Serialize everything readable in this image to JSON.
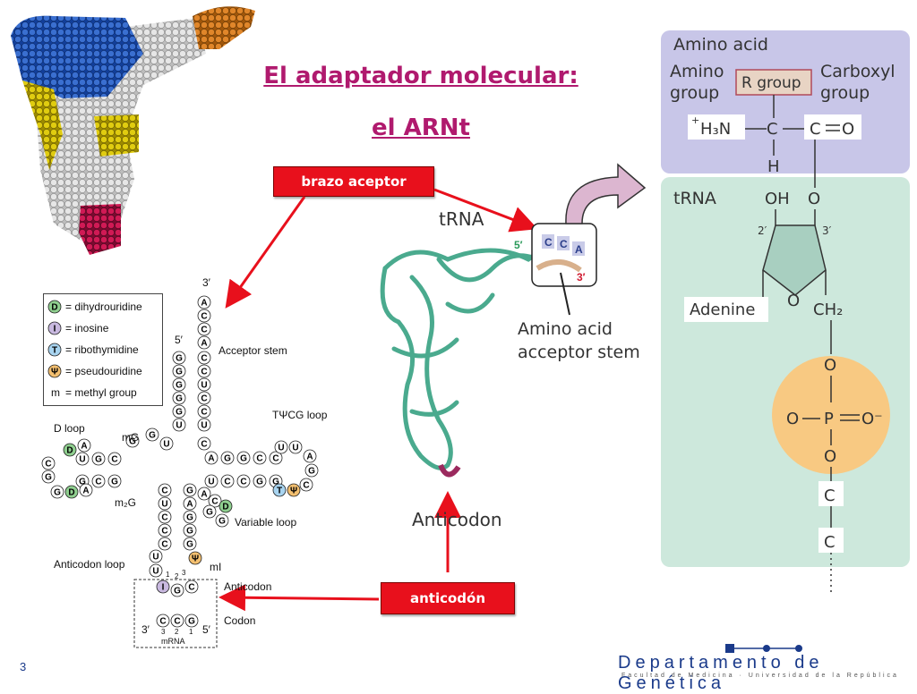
{
  "slide": {
    "title_line1": "El  adaptador molecular:",
    "title_line2": "el ARNt",
    "page_number": "3"
  },
  "callouts": {
    "acceptor_arm": "brazo aceptor",
    "anticodon": "anticodón"
  },
  "legend": {
    "items": [
      {
        "symbol": "D",
        "text": "= dihydrouridine",
        "color": "#8fcf8f"
      },
      {
        "symbol": "I",
        "text": "= inosine",
        "color": "#c9b9e0"
      },
      {
        "symbol": "T",
        "text": "= ribothymidine",
        "color": "#a8d4f0"
      },
      {
        "symbol": "Ψ",
        "text": "= pseudouridine",
        "color": "#f4c070"
      },
      {
        "symbol": "m",
        "text": "= methyl group",
        "color": ""
      }
    ]
  },
  "cloverleaf": {
    "end3": "3′",
    "end5": "5′",
    "acceptor_label": "Acceptor stem",
    "d_loop": "D loop",
    "tpsicg_label": "TΨCG loop",
    "mG": "mG",
    "m2G": "m₂G",
    "variable_loop": "Variable loop",
    "anticodon_loop": "Anticodon loop",
    "mI": "mI",
    "anticodon_label": "Anticodon",
    "codon_label": "Codon",
    "mrna_label": "mRNA",
    "codon_3": "3′",
    "codon_5": "5′",
    "codon_nums": [
      "3",
      "2",
      "1"
    ],
    "anticodon_nums": [
      "1",
      "2",
      "3"
    ]
  },
  "trna3d": {
    "label": "tRNA",
    "cca": [
      "C",
      "C",
      "A"
    ],
    "end5": "5′",
    "end3": "3′",
    "acceptor_line1": "Amino acid",
    "acceptor_line2": "acceptor stem",
    "anticodon": "Anticodon"
  },
  "chemistry": {
    "amino_acid_title": "Amino acid",
    "amino_group_1": "Amino",
    "amino_group_2": "group",
    "r_group": "R group",
    "carboxyl_1": "Carboxyl",
    "carboxyl_2": "group",
    "h3n": "H₃N",
    "plus": "+",
    "c_alpha": "C",
    "c_carbonyl": "C",
    "o_carbonyl": "O",
    "h": "H",
    "trna_title": "tRNA",
    "oh": "OH",
    "o_ester": "O",
    "prime2": "2′",
    "prime3": "3′",
    "adenine": "Adenine",
    "o_ring": "O",
    "ch2": "CH₂",
    "p_o_top": "O",
    "p_o_left": "O",
    "p": "P",
    "p_o_right": "O⁻",
    "p_o_bottom": "O",
    "c1": "C",
    "c2": "C"
  },
  "footer": {
    "department": "Departamento de Genética",
    "faculty": "Facultad de Medicina · Universidad de la República"
  },
  "colors": {
    "title": "#b01a6e",
    "callout_bg": "#e8101c",
    "arrow": "#e8101c",
    "trna_green": "#4aaa8e",
    "amino_panel": "#c8c6e8",
    "trna_panel": "#cde8dc",
    "phosphate": "#f8c982",
    "ribose": "#a8cfc0"
  }
}
